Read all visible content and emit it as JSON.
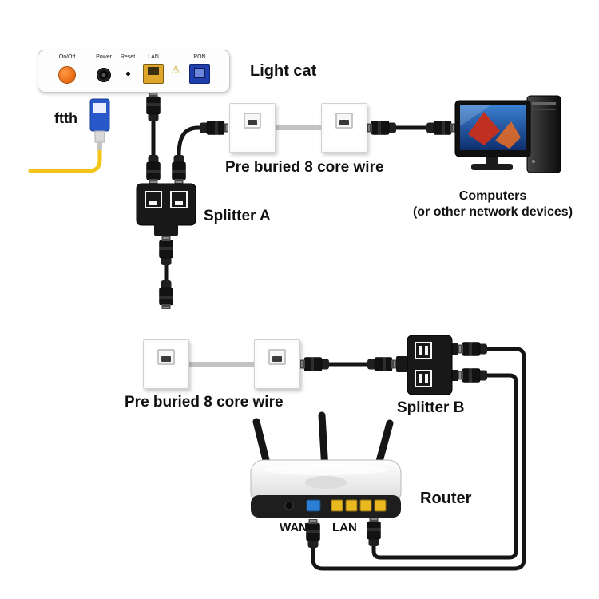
{
  "modem": {
    "label": "Light cat",
    "port_labels": [
      "On/Off",
      "Power",
      "Reset",
      "LAN",
      "PON"
    ]
  },
  "fiber": {
    "label": "ftth"
  },
  "wiring": {
    "top_label": "Pre buried 8 core wire",
    "bottom_label": "Pre buried 8 core wire"
  },
  "splitter_a": {
    "label": "Splitter A"
  },
  "splitter_b": {
    "label": "Splitter B"
  },
  "computer": {
    "label_line1": "Computers",
    "label_line2": "(or other network devices)"
  },
  "router": {
    "label": "Router",
    "wan_label": "WAN",
    "lan_label": "LAN"
  },
  "icons": {
    "warning": "⚠"
  },
  "colors": {
    "fiber_cable": "#f3c517",
    "fiber_connector": "#2757c8",
    "ethernet_cable": "#151515",
    "inwall_cable": "#c2c2c2",
    "modem_lan_port": "#dfa62c",
    "modem_pon_port": "#1f3fae",
    "modem_power_button": "#e86a12",
    "router_wan_port": "#2b7fd4",
    "router_lan_port": "#e9b91f"
  }
}
